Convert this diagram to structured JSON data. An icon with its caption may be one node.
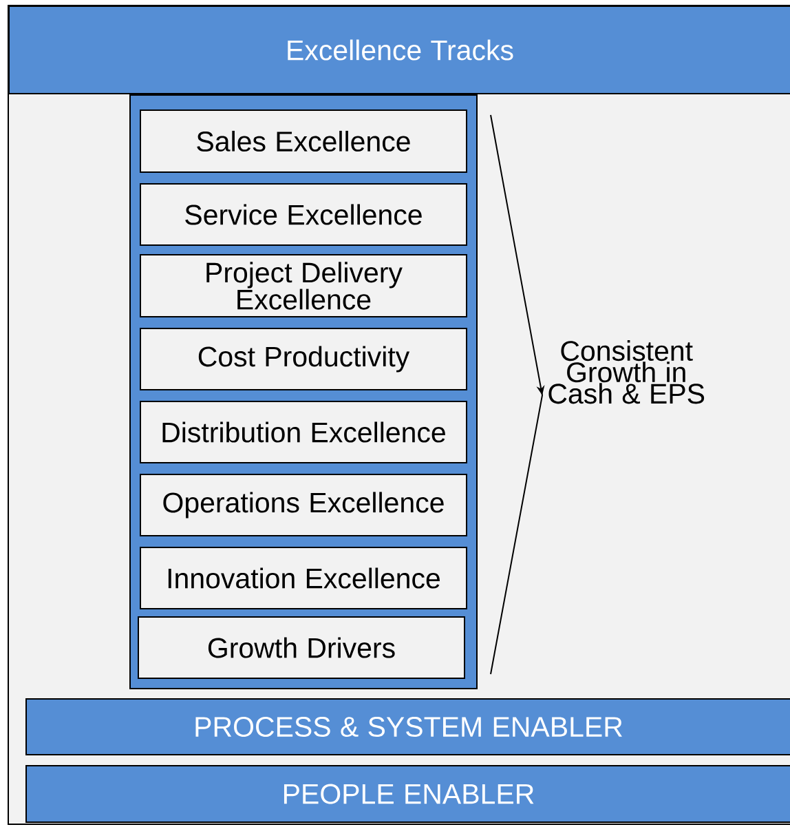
{
  "diagram": {
    "nodes": [
      {
        "text": [
          "Excellence Tracks"
        ]
      },
      {
        "text": [],
        "shape": "box"
      },
      {
        "text": [
          "Sales Excellence"
        ],
        "in": 1
      },
      {
        "text": [
          "Service Excellence"
        ],
        "in": 1
      },
      {
        "text": [
          "Project Delivery Excellence"
        ],
        "in": 1
      },
      {
        "text": [
          "Cost Productivity"
        ],
        "in": 1
      },
      {
        "text": [
          "Distribution Excellence"
        ],
        "in": 1
      },
      {
        "text": [
          "Operations Excellence"
        ],
        "in": 1
      },
      {
        "text": [
          "Innovation Excellence"
        ],
        "in": 1
      },
      {
        "text": [
          "Growth Drivers"
        ],
        "in": 1
      },
      {
        "text": [
          "Consistent Growth in Cash & EPS"
        ]
      },
      {
        "text": [
          "PROCESS & SYSTEM ENABLER"
        ]
      },
      {
        "text": [
          "PEOPLE  ENABLER"
        ]
      }
    ],
    "edges": [
      {
        "from": 1,
        "to": 10,
        "arrow": "to"
      }
    ]
  }
}
